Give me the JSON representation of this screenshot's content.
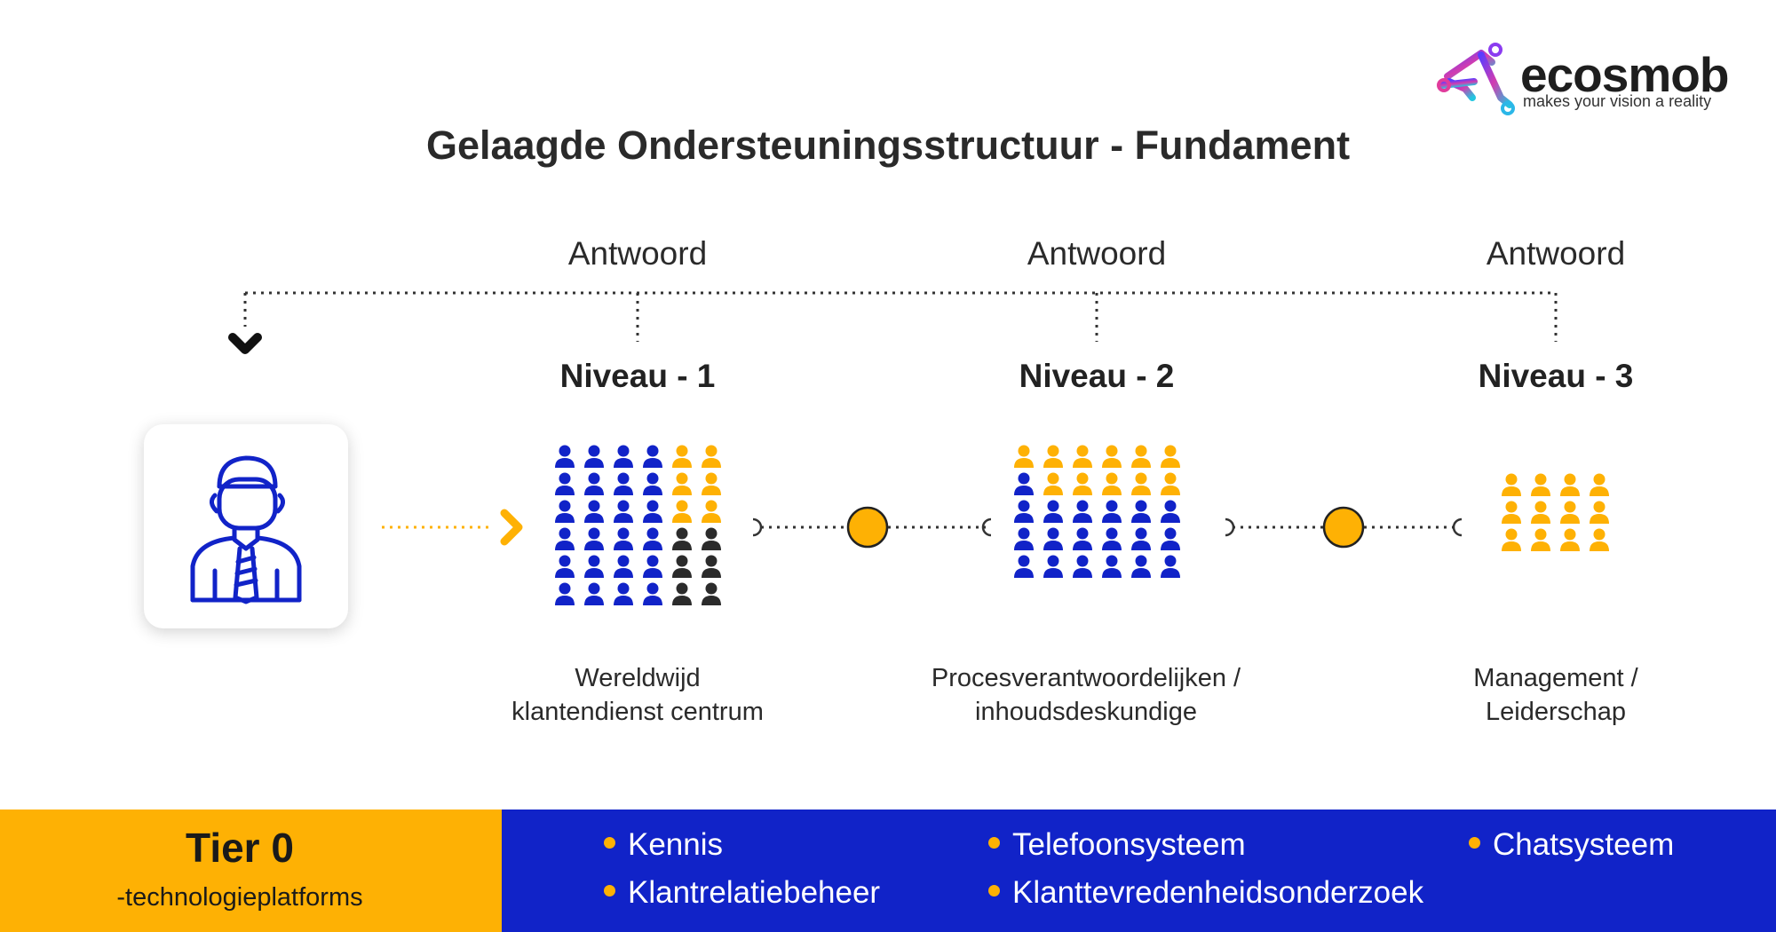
{
  "logo": {
    "name": "ecosmob",
    "tagline": "makes your vision a reality"
  },
  "title": "Gelaagde Ondersteuningsstructuur - Fundament",
  "levels": [
    {
      "answer": "Antwoord",
      "name": "Niveau - 1",
      "desc_line1": "Wereldwijd",
      "desc_line2": "klantendienst centrum"
    },
    {
      "answer": "Antwoord",
      "name": "Niveau - 2",
      "desc_line1": "Procesverantwoordelijken /",
      "desc_line2": "inhoudsdeskundige"
    },
    {
      "answer": "Antwoord",
      "name": "Niveau - 3",
      "desc_line1": "Management /",
      "desc_line2": "Leiderschap"
    }
  ],
  "icons": {
    "user": "user-icon",
    "chevron": "chevron-down-icon",
    "arrow": "arrow-right-icon",
    "person": "person-icon"
  },
  "groups": [
    {
      "cols": 6,
      "rows": [
        [
          "blue",
          "blue",
          "blue",
          "blue",
          "yellow",
          "yellow"
        ],
        [
          "blue",
          "blue",
          "blue",
          "blue",
          "yellow",
          "yellow"
        ],
        [
          "blue",
          "blue",
          "blue",
          "blue",
          "yellow",
          "yellow"
        ],
        [
          "blue",
          "blue",
          "blue",
          "blue",
          "black",
          "black"
        ],
        [
          "blue",
          "blue",
          "blue",
          "blue",
          "black",
          "black"
        ],
        [
          "blue",
          "blue",
          "blue",
          "blue",
          "black",
          "black"
        ]
      ]
    },
    {
      "cols": 6,
      "rows": [
        [
          "yellow",
          "yellow",
          "yellow",
          "yellow",
          "yellow",
          "yellow"
        ],
        [
          "blue",
          "yellow",
          "yellow",
          "yellow",
          "yellow",
          "yellow"
        ],
        [
          "blue",
          "blue",
          "blue",
          "blue",
          "blue",
          "blue"
        ],
        [
          "blue",
          "blue",
          "blue",
          "blue",
          "blue",
          "blue"
        ],
        [
          "blue",
          "blue",
          "blue",
          "blue",
          "blue",
          "blue"
        ]
      ]
    },
    {
      "cols": 4,
      "rows": [
        [
          "yellow",
          "yellow",
          "yellow",
          "yellow"
        ],
        [
          "yellow",
          "yellow",
          "yellow",
          "yellow"
        ],
        [
          "yellow",
          "yellow",
          "yellow",
          "yellow"
        ]
      ]
    }
  ],
  "tier0": {
    "title": "Tier 0",
    "subtitle": "-technologieplatforms"
  },
  "tech": [
    "Kennis",
    "Telefoonsysteem",
    "Chatsysteem",
    "Klantrelatiebeheer",
    "Klanttevredenheidsonderzoek"
  ],
  "colors": {
    "blue": "#1123C8",
    "yellow": "#FEB104",
    "black": "#2b2b2b",
    "text": "#2a2a2a"
  }
}
